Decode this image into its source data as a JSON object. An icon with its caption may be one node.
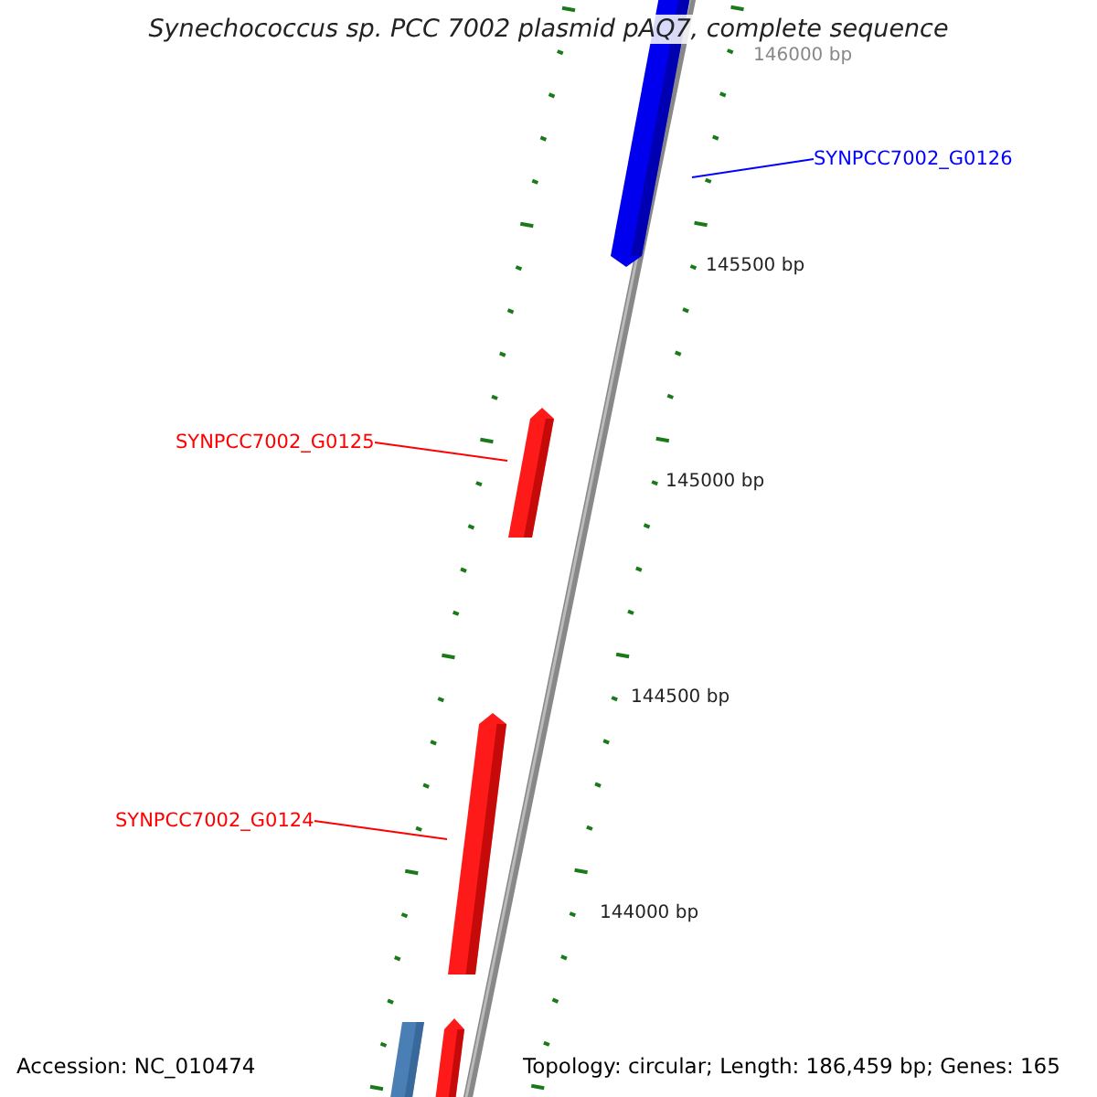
{
  "diagram": {
    "title": "Synechococcus sp. PCC 7002 plasmid pAQ7, complete sequence",
    "nodes": [
      {
        "text": [
          "SYNPCC7002_G0126"
        ]
      },
      {
        "text": [],
        "shape": "bar"
      },
      {
        "text": [
          "SYNPCC7002_G0125"
        ]
      },
      {
        "text": [],
        "shape": "bar"
      },
      {
        "text": [
          "SYNPCC7002_G0124"
        ]
      },
      {
        "text": [],
        "shape": "bar"
      },
      {
        "text": [],
        "shape": "bar"
      },
      {
        "text": [],
        "shape": "bar"
      }
    ],
    "edges": [
      {
        "from": 0,
        "to": 1,
        "arrow": "none",
        "color": "#0000ff"
      },
      {
        "from": 2,
        "to": 3,
        "arrow": "none"
      },
      {
        "from": 4,
        "to": 5,
        "arrow": "none"
      }
    ],
    "labels": [
      "146000 bp",
      "145500 bp",
      "145000 bp",
      "144500 bp",
      "144000 bp",
      "Accession: NC_010474",
      "Topology: circular; Length: 186,459 bp; Genes: 165"
    ]
  }
}
